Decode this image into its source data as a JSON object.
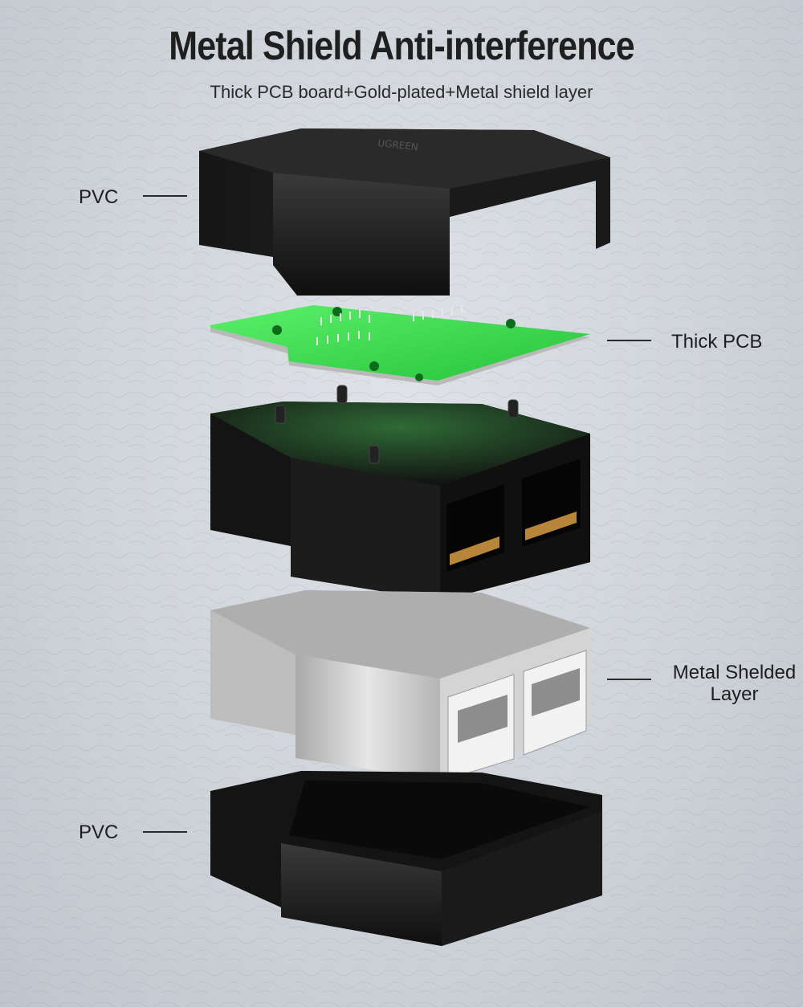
{
  "title": "Metal Shield Anti-interference",
  "subtitle": "Thick PCB board+Gold-plated+Metal shield layer",
  "callouts": {
    "pvc_top": "PVC",
    "pcb": "Thick PCB",
    "metal_line1": "Metal Shelded",
    "metal_line2": "Layer",
    "pvc_bottom": "PVC"
  },
  "colors": {
    "background": "#cfd4da",
    "pvc": "#1c1c1c",
    "pcb": "#3ddc4f",
    "metal": "#c8c8c8",
    "gold": "#b8863a"
  },
  "icons": [
    "pvc-top-cover",
    "pcb-board",
    "rj45-jack-block",
    "metal-shield",
    "pvc-bottom-cover"
  ]
}
